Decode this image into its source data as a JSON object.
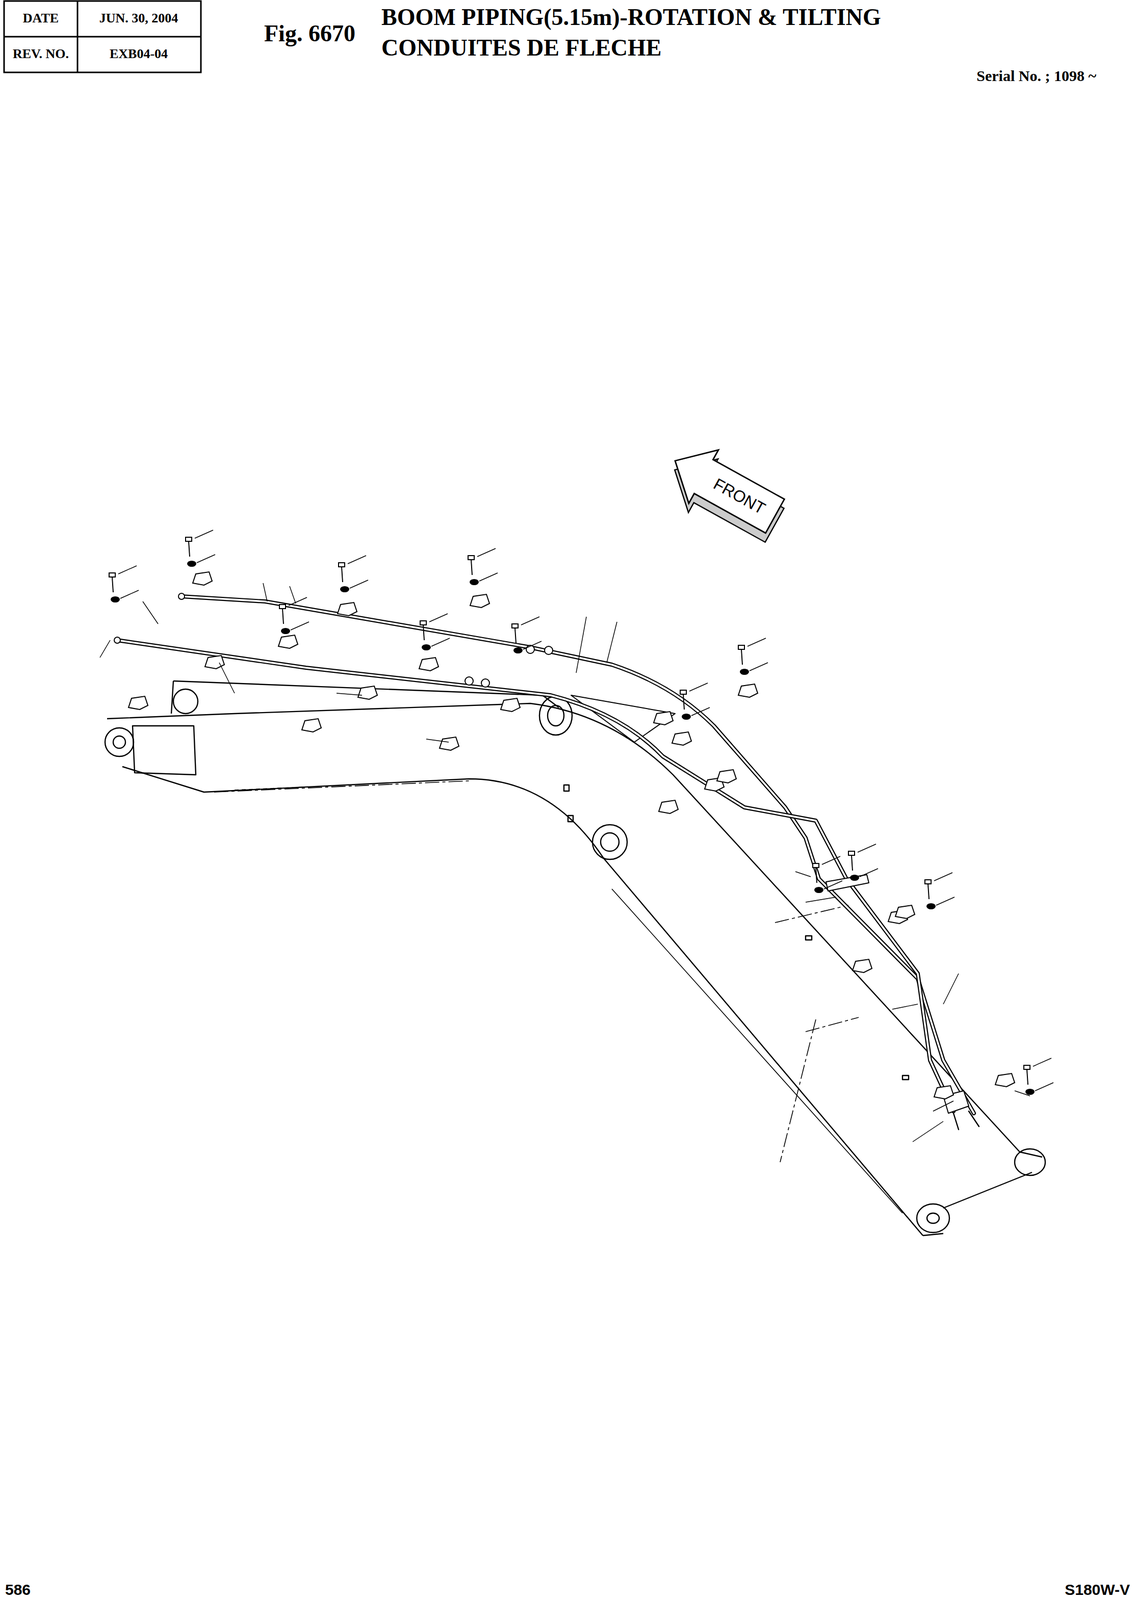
{
  "diagram": {
    "title": "BOOM PIPING(5.15m)-ROTATION & TILTING",
    "labels": [
      "DATE",
      "JUN. 30, 2004",
      "REV. NO.",
      "EXB04-04",
      "Fig. 6670",
      "CONDUITES DE FLECHE",
      "Serial No. ; 1098 ~",
      "FRONT",
      "586",
      "S180W-V"
    ]
  }
}
